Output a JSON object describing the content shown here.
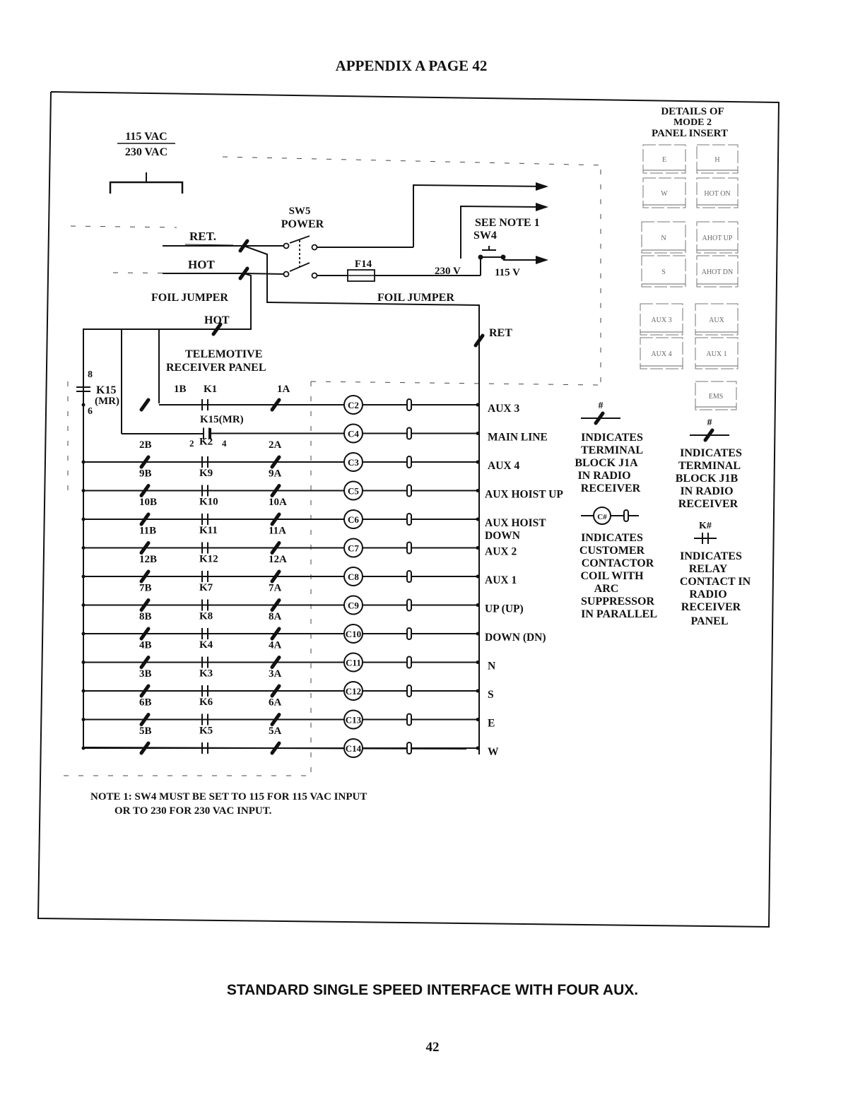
{
  "header": "APPENDIX A PAGE 42",
  "supply": {
    "top": "115 VAC",
    "bottom": "230 VAC"
  },
  "power": {
    "switch_name": "SW5",
    "switch_label": "POWER",
    "ret": "RET.",
    "hot": "HOT",
    "fuse": "F14",
    "see_note": "SEE NOTE 1",
    "sw4": "SW4",
    "v230": "230 V",
    "v115": "115 V",
    "foil_left": "FOIL JUMPER",
    "foil_right": "FOIL JUMPER",
    "hot2": "HOT",
    "ret2": "RET"
  },
  "panel": {
    "line1": "TELEMOTIVE",
    "line2": "RECEIVER PANEL"
  },
  "k15": {
    "name": "K15",
    "tag": "(MR)",
    "pin_top": "8",
    "pin_bot": "6",
    "main_contact": "K15(MR)",
    "pin2": "2",
    "pin4": "4"
  },
  "rows": [
    {
      "b": "1B",
      "k": "K1",
      "a": "1A",
      "coil": "C2",
      "label": "AUX 3"
    },
    {
      "b": "",
      "k": "K2",
      "a": "",
      "coil": "C4",
      "label": "MAIN LINE"
    },
    {
      "b": "2B",
      "k": "K9",
      "a": "2A",
      "coil": "C3",
      "label": "AUX 4"
    },
    {
      "b": "9B",
      "k": "K10",
      "a": "9A",
      "coil": "C5",
      "label": "AUX HOIST UP"
    },
    {
      "b": "10B",
      "k": "K11",
      "a": "10A",
      "coil": "C6",
      "label": "AUX HOIST",
      "label2": "DOWN"
    },
    {
      "b": "11B",
      "k": "K12",
      "a": "11A",
      "coil": "C7",
      "label": "AUX 2"
    },
    {
      "b": "12B",
      "k": "K7",
      "a": "12A",
      "coil": "C8",
      "label": "AUX 1"
    },
    {
      "b": "7B",
      "k": "K8",
      "a": "7A",
      "coil": "C9",
      "label": "UP (UP)"
    },
    {
      "b": "8B",
      "k": "K4",
      "a": "8A",
      "coil": "C10",
      "label": "DOWN (DN)"
    },
    {
      "b": "4B",
      "k": "K3",
      "a": "4A",
      "coil": "C11",
      "label": "N"
    },
    {
      "b": "3B",
      "k": "K6",
      "a": "3A",
      "coil": "C12",
      "label": "S"
    },
    {
      "b": "6B",
      "k": "K5",
      "a": "6A",
      "coil": "C13",
      "label": "E"
    },
    {
      "b": "5B",
      "k": "",
      "a": "5A",
      "coil": "C14",
      "label": "W"
    }
  ],
  "insert": {
    "title": [
      "DETAILS OF",
      "MODE 2",
      "PANEL INSERT"
    ],
    "buttons": [
      "E",
      "H",
      "W",
      "HOT ON",
      "N",
      "AHOT UP",
      "S",
      "AHOT DN",
      "AUX 3",
      "AUX",
      "AUX 4",
      "AUX 1",
      "EMS"
    ]
  },
  "legend": {
    "j1a_sym": "#",
    "j1a": [
      "INDICATES",
      "TERMINAL",
      "BLOCK J1A",
      "IN RADIO",
      "RECEIVER"
    ],
    "j1b_sym": "#",
    "j1b": [
      "INDICATES",
      "TERMINAL",
      "BLOCK J1B",
      "IN RADIO",
      "RECEIVER"
    ],
    "coil_sym": "C#",
    "coil": [
      "INDICATES",
      "CUSTOMER",
      "CONTACTOR",
      "COIL WITH",
      "ARC",
      "SUPPRESSOR",
      "IN PARALLEL"
    ],
    "relay_sym": "K#",
    "relay": [
      "INDICATES",
      "RELAY",
      "CONTACT IN",
      "RADIO",
      "RECEIVER",
      "PANEL"
    ]
  },
  "note": {
    "line1": "NOTE 1: SW4 MUST BE SET TO 115 FOR 115 VAC INPUT",
    "line2": "OR TO 230 FOR 230 VAC INPUT."
  },
  "caption": "STANDARD SINGLE SPEED INTERFACE WITH FOUR AUX.",
  "page_number": "42"
}
